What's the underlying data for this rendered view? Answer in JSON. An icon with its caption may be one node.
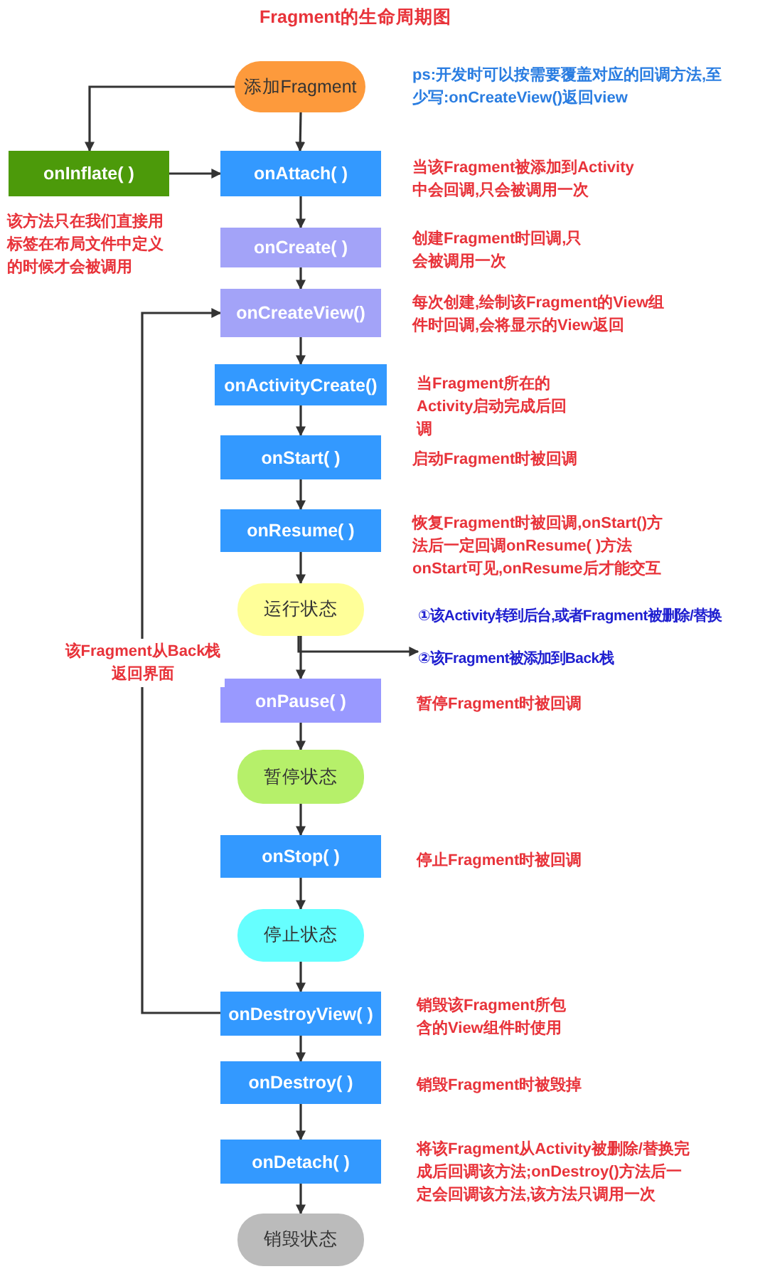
{
  "diagram": {
    "title": "Fragment的生命周期图",
    "nodes": [
      {
        "text": [
          "添加Fragment"
        ],
        "beside": [
          "ps:开发时可以按需要覆盖对应的回调方法,至少写:onCreateView()返回view"
        ]
      },
      {
        "text": [
          "onInflate( )"
        ],
        "beside": [
          "该方法只在我们直接用标签在布局文件中定义的时候才会被调用"
        ]
      },
      {
        "text": [
          "onAttach( )"
        ],
        "beside": [
          "当该Fragment被添加到Activity中会回调,只会被调用一次"
        ]
      },
      {
        "text": [
          "onCreate( )"
        ],
        "beside": [
          "创建Fragment时回调,只会被调用一次"
        ]
      },
      {
        "text": [
          "onCreateView()"
        ],
        "beside": [
          "每次创建,绘制该Fragment的View组件时回调,会将显示的View返回"
        ]
      },
      {
        "text": [
          "onActivityCreate()"
        ],
        "beside": [
          "当Fragment所在的Activity启动完成后回调"
        ]
      },
      {
        "text": [
          "onStart( )"
        ],
        "beside": [
          "启动Fragment时被回调"
        ]
      },
      {
        "text": [
          "onResume( )"
        ],
        "beside": [
          "恢复Fragment时被回调,onStart()方法后一定回调onResume( )方法onStart可见,onResume后才能交互"
        ]
      },
      {
        "text": [
          "运行状态"
        ]
      },
      {
        "text": [
          "onPause( )"
        ],
        "beside": [
          "暂停Fragment时被回调"
        ]
      },
      {
        "text": [
          "暂停状态"
        ]
      },
      {
        "text": [
          "onStop( )"
        ],
        "beside": [
          "停止Fragment时被回调"
        ]
      },
      {
        "text": [
          "停止状态"
        ]
      },
      {
        "text": [
          "onDestroyView( )"
        ],
        "beside": [
          "销毁该Fragment所包含的View组件时使用"
        ]
      },
      {
        "text": [
          "onDestroy( )"
        ],
        "beside": [
          "销毁Fragment时被毁掉"
        ]
      },
      {
        "text": [
          "onDetach( )"
        ],
        "beside": [
          "将该Fragment从Activity被删除/替换完成后回调该方法;onDestroy()方法后一定会回调该方法,该方法只调用一次"
        ]
      },
      {
        "text": [
          "销毁状态"
        ]
      },
      {
        "text": [
          "①该Activity转到后台,或者Fragment被删除/替换",
          "②该Fragment被添加到Back栈"
        ]
      }
    ],
    "edges": [
      {
        "from": 0,
        "to": 1,
        "arrow": "to"
      },
      {
        "from": 0,
        "to": 2,
        "arrow": "to"
      },
      {
        "from": 1,
        "to": 2,
        "arrow": "to"
      },
      {
        "from": 2,
        "to": 3,
        "arrow": "to"
      },
      {
        "from": 3,
        "to": 4,
        "arrow": "to"
      },
      {
        "from": 4,
        "to": 5,
        "arrow": "to"
      },
      {
        "from": 5,
        "to": 6,
        "arrow": "to"
      },
      {
        "from": 6,
        "to": 7,
        "arrow": "to"
      },
      {
        "from": 7,
        "to": 8,
        "arrow": "to"
      },
      {
        "from": 8,
        "to": 9,
        "arrow": "to"
      },
      {
        "from": 8,
        "to": 17,
        "arrow": "to"
      },
      {
        "from": 9,
        "to": 10,
        "arrow": "to"
      },
      {
        "from": 10,
        "to": 11,
        "arrow": "to"
      },
      {
        "from": 11,
        "to": 12,
        "arrow": "to"
      },
      {
        "from": 12,
        "to": 13,
        "arrow": "to"
      },
      {
        "from": 13,
        "to": 14,
        "arrow": "to"
      },
      {
        "from": 14,
        "to": 15,
        "arrow": "to"
      },
      {
        "from": 15,
        "to": 16,
        "arrow": "to"
      },
      {
        "from": 13,
        "to": 4,
        "arrow": "to",
        "label": "该Fragment从Back栈返回界面"
      }
    ]
  }
}
